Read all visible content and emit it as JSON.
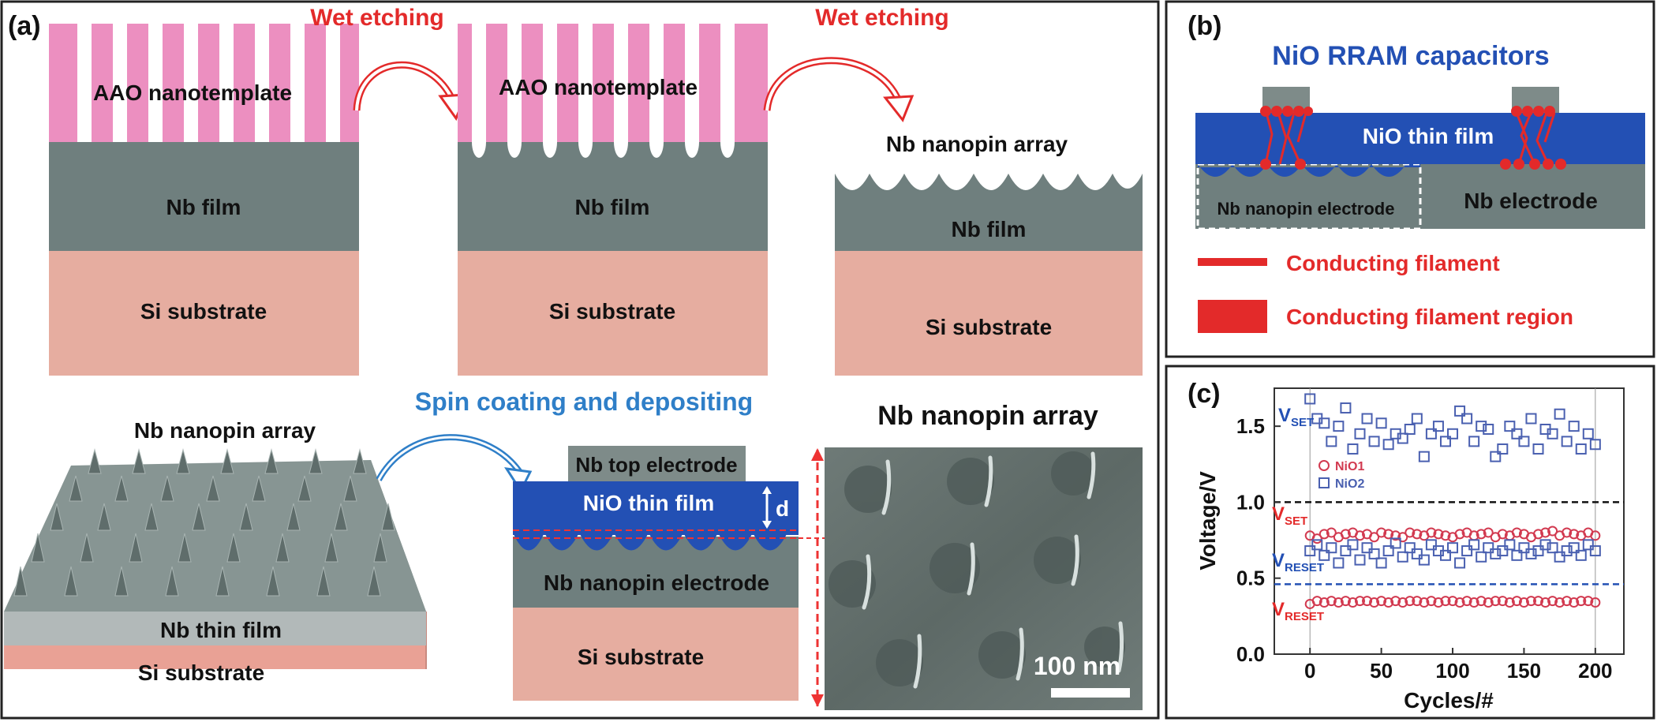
{
  "panel_a": {
    "tag": "(a)",
    "step1": {
      "template": "AAO nanotemplate",
      "film": "Nb film",
      "substrate": "Si substrate"
    },
    "arrow1": "Wet etching",
    "step2": {
      "template": "AAO nanotemplate",
      "film": "Nb film",
      "substrate": "Si substrate"
    },
    "arrow2": "Wet etching",
    "step3": {
      "title": "Nb nanopin array",
      "film": "Nb film",
      "substrate": "Si substrate"
    },
    "iso": {
      "title": "Nb nanopin array",
      "film": "Nb thin film",
      "substrate": "Si substrate"
    },
    "spin": "Spin coating and depositing",
    "device": {
      "top": "Nb top electrode",
      "nio": "NiO thin film",
      "d": "d",
      "electrode": "Nb nanopin electrode",
      "substrate": "Si substrate"
    },
    "sem": {
      "title": "Nb nanopin array",
      "scale": "100 nm"
    }
  },
  "panel_b": {
    "tag": "(b)",
    "title": "NiO RRAM capacitors",
    "nio": "NiO thin film",
    "nanopin": "Nb nanopin electrode",
    "nb": "Nb electrode",
    "legend1": "Conducting filament",
    "legend2": "Conducting filament region"
  },
  "panel_c": {
    "tag": "(c)",
    "colors": {
      "nio1": "#d23a50",
      "nio2": "#4a60b0"
    },
    "chart_data": {
      "type": "scatter",
      "xlabel": "Cycles/#",
      "ylabel": "Voltage/V",
      "xlim": [
        -25,
        220
      ],
      "ylim": [
        0,
        1.75
      ],
      "xticks": [
        "0",
        "50",
        "100",
        "150",
        "200"
      ],
      "yticks": [
        "0.0",
        "0.5",
        "1.0",
        "1.5"
      ],
      "legend": [
        "NiO1",
        "NiO2"
      ],
      "labels": {
        "vset": "V",
        "vset_sub": "SET",
        "vreset": "V",
        "vreset_sub": "RESET"
      },
      "ref_lines": [
        1.0,
        0.46
      ],
      "series": [
        {
          "name": "NiO1",
          "marker": "circle",
          "x": [
            0,
            5,
            10,
            15,
            20,
            25,
            30,
            35,
            40,
            45,
            50,
            55,
            60,
            65,
            70,
            75,
            80,
            85,
            90,
            95,
            100,
            105,
            110,
            115,
            120,
            125,
            130,
            135,
            140,
            145,
            150,
            155,
            160,
            165,
            170,
            175,
            180,
            185,
            190,
            195,
            200
          ],
          "y": [
            0.78,
            0.76,
            0.79,
            0.8,
            0.77,
            0.79,
            0.8,
            0.78,
            0.79,
            0.77,
            0.8,
            0.79,
            0.78,
            0.77,
            0.8,
            0.79,
            0.78,
            0.8,
            0.79,
            0.78,
            0.77,
            0.79,
            0.8,
            0.78,
            0.79,
            0.8,
            0.77,
            0.79,
            0.78,
            0.8,
            0.79,
            0.77,
            0.79,
            0.8,
            0.81,
            0.78,
            0.8,
            0.79,
            0.78,
            0.8,
            0.78
          ]
        },
        {
          "name": "NiO1",
          "marker": "circle",
          "x": [
            0,
            5,
            10,
            15,
            20,
            25,
            30,
            35,
            40,
            45,
            50,
            55,
            60,
            65,
            70,
            75,
            80,
            85,
            90,
            95,
            100,
            105,
            110,
            115,
            120,
            125,
            130,
            135,
            140,
            145,
            150,
            155,
            160,
            165,
            170,
            175,
            180,
            185,
            190,
            195,
            200
          ],
          "y": [
            0.33,
            0.35,
            0.34,
            0.35,
            0.34,
            0.35,
            0.34,
            0.35,
            0.35,
            0.34,
            0.35,
            0.34,
            0.35,
            0.34,
            0.35,
            0.35,
            0.34,
            0.35,
            0.34,
            0.35,
            0.35,
            0.34,
            0.35,
            0.34,
            0.35,
            0.34,
            0.35,
            0.35,
            0.34,
            0.35,
            0.34,
            0.35,
            0.35,
            0.34,
            0.35,
            0.34,
            0.35,
            0.34,
            0.35,
            0.35,
            0.34
          ]
        },
        {
          "name": "NiO2",
          "marker": "square",
          "x": [
            0,
            5,
            10,
            15,
            20,
            25,
            30,
            35,
            40,
            45,
            50,
            55,
            60,
            65,
            70,
            75,
            80,
            85,
            90,
            95,
            100,
            105,
            110,
            115,
            120,
            125,
            130,
            135,
            140,
            145,
            150,
            155,
            160,
            165,
            170,
            175,
            180,
            185,
            190,
            195,
            200
          ],
          "y": [
            1.68,
            1.55,
            1.52,
            1.4,
            1.5,
            1.62,
            1.35,
            1.45,
            1.55,
            1.4,
            1.52,
            1.38,
            1.45,
            1.42,
            1.48,
            1.55,
            1.3,
            1.45,
            1.5,
            1.4,
            1.45,
            1.6,
            1.55,
            1.4,
            1.5,
            1.48,
            1.3,
            1.35,
            1.5,
            1.45,
            1.4,
            1.55,
            1.35,
            1.48,
            1.45,
            1.58,
            1.4,
            1.5,
            1.35,
            1.45,
            1.38
          ]
        },
        {
          "name": "NiO2",
          "marker": "square",
          "x": [
            0,
            5,
            10,
            15,
            20,
            25,
            30,
            35,
            40,
            45,
            50,
            55,
            60,
            65,
            70,
            75,
            80,
            85,
            90,
            95,
            100,
            105,
            110,
            115,
            120,
            125,
            130,
            135,
            140,
            145,
            150,
            155,
            160,
            165,
            170,
            175,
            180,
            185,
            190,
            195,
            200
          ],
          "y": [
            0.68,
            0.72,
            0.65,
            0.7,
            0.6,
            0.68,
            0.72,
            0.62,
            0.7,
            0.66,
            0.6,
            0.68,
            0.73,
            0.64,
            0.7,
            0.66,
            0.62,
            0.72,
            0.68,
            0.65,
            0.7,
            0.6,
            0.68,
            0.72,
            0.64,
            0.7,
            0.66,
            0.68,
            0.72,
            0.65,
            0.7,
            0.66,
            0.68,
            0.72,
            0.7,
            0.64,
            0.68,
            0.7,
            0.65,
            0.72,
            0.68
          ]
        }
      ]
    }
  }
}
